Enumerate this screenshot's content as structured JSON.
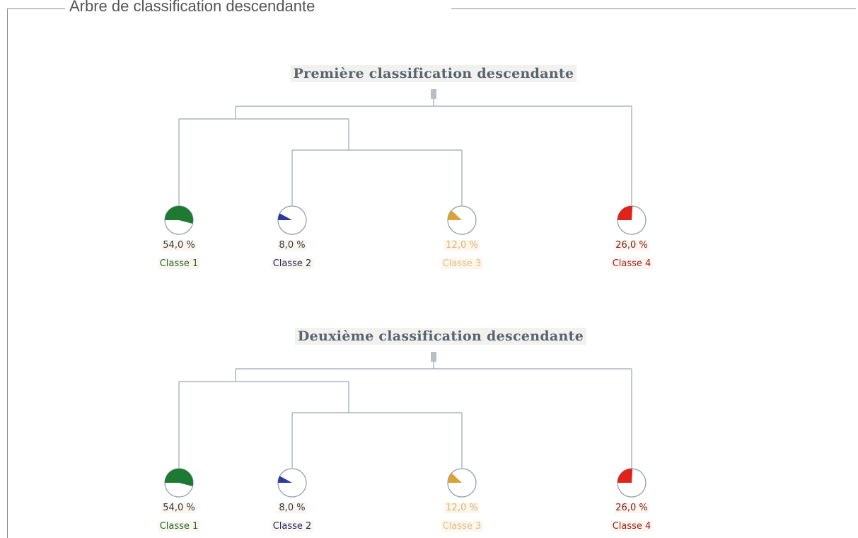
{
  "panel": {
    "title": "Arbre de classification descendante"
  },
  "trees": [
    {
      "title": "Première classification descendante",
      "classes": [
        {
          "label": "Classe 1",
          "percent": 54.0,
          "percent_text": "54,0 %",
          "color": "#1e7a32"
        },
        {
          "label": "Classe 2",
          "percent": 8.0,
          "percent_text": "8,0 %",
          "color": "#2b3aa0"
        },
        {
          "label": "Classe 3",
          "percent": 12.0,
          "percent_text": "12,0 %",
          "color": "#d9a33a"
        },
        {
          "label": "Classe 4",
          "percent": 26.0,
          "percent_text": "26,0 %",
          "color": "#e0221b"
        }
      ]
    },
    {
      "title": "Deuxième classification descendante",
      "classes": [
        {
          "label": "Classe 1",
          "percent": 54.0,
          "percent_text": "54,0 %",
          "color": "#1e7a32"
        },
        {
          "label": "Classe 2",
          "percent": 8.0,
          "percent_text": "8,0 %",
          "color": "#2b3aa0"
        },
        {
          "label": "Classe 3",
          "percent": 12.0,
          "percent_text": "12,0 %",
          "color": "#d9a33a"
        },
        {
          "label": "Classe 4",
          "percent": 26.0,
          "percent_text": "26,0 %",
          "color": "#e0221b"
        }
      ]
    }
  ]
}
